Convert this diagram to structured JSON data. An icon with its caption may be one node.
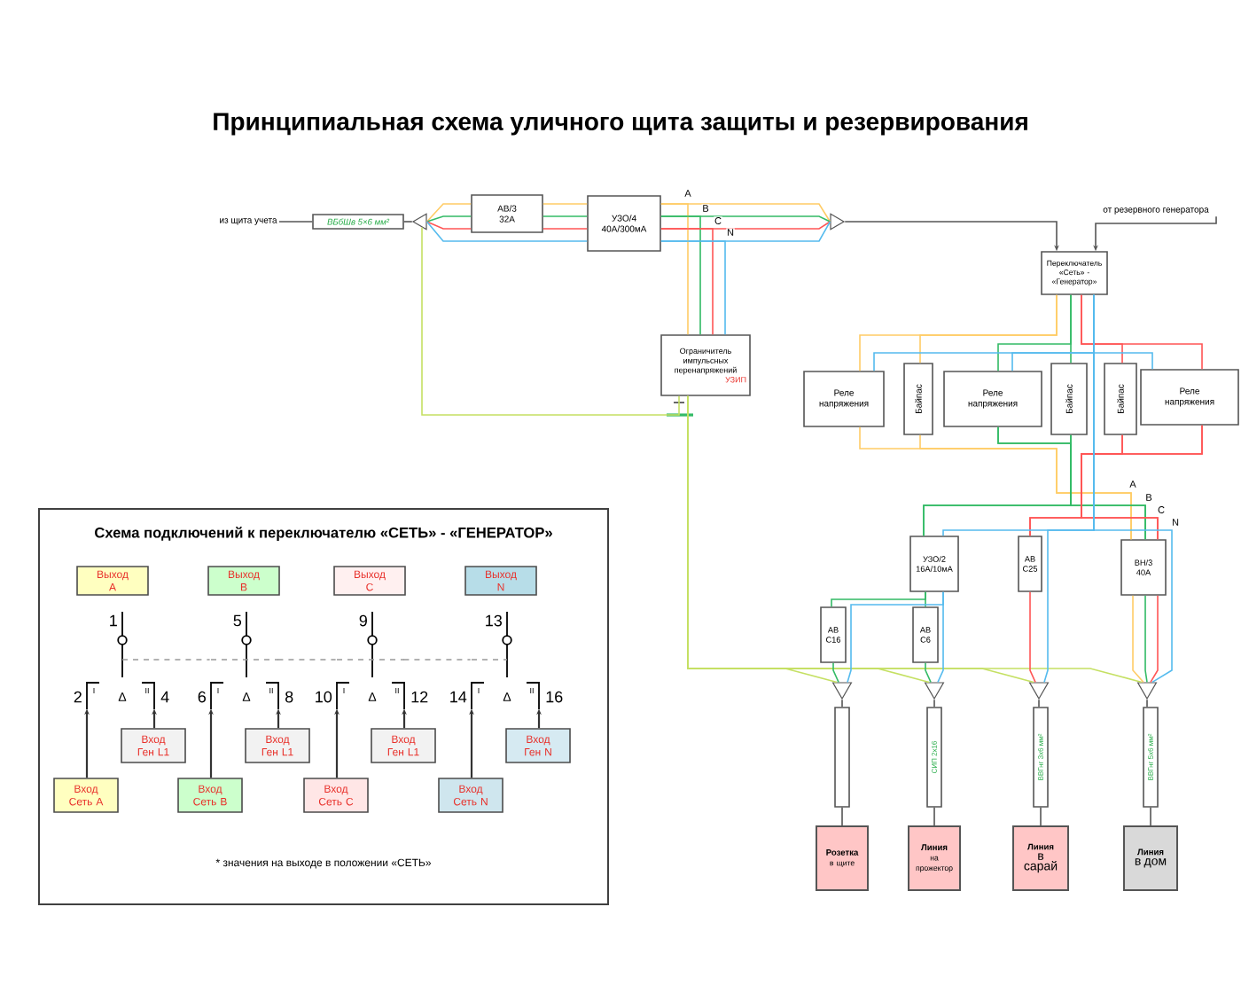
{
  "diagram": {
    "title": "Принципиальная схема уличного щита защиты и резервирования",
    "nodes": [
      {
        "text": [
          "из щита учета"
        ]
      },
      {
        "text": [
          "ВБбШв 5×6 мм²"
        ]
      },
      {
        "text": [],
        "shape": "triangle"
      },
      {
        "text": [
          "АВ/3 32А"
        ]
      },
      {
        "text": [
          "УЗО/4 40А/300мА"
        ]
      },
      {
        "text": [],
        "shape": "triangle"
      },
      {
        "text": [
          "от резервного генератора"
        ]
      },
      {
        "text": [
          "Переключатель «Сеть» - «Генератор»"
        ]
      },
      {
        "text": [
          "Ограничитель импульсных перенапряжений",
          "УЗИП"
        ]
      },
      {
        "text": [
          "Реле напряжения"
        ]
      },
      {
        "text": [
          "Байпас"
        ]
      },
      {
        "text": [
          "Реле напряжения"
        ]
      },
      {
        "text": [
          "Байпас"
        ]
      },
      {
        "text": [
          "Байпас"
        ]
      },
      {
        "text": [
          "Реле напряжения"
        ]
      },
      {
        "text": [
          "УЗО/2 16А/10мА"
        ]
      },
      {
        "text": [
          "АВ С25"
        ]
      },
      {
        "text": [
          "ВН/3 40А"
        ]
      },
      {
        "text": [
          "АВ С16"
        ]
      },
      {
        "text": [
          "АВ С6"
        ]
      },
      {
        "text": [],
        "shape": "triangle"
      },
      {
        "text": [],
        "shape": "triangle"
      },
      {
        "text": [],
        "shape": "triangle"
      },
      {
        "text": [],
        "shape": "triangle"
      },
      {
        "text": [],
        "shape": "box"
      },
      {
        "text": [
          "СИП 2х16"
        ]
      },
      {
        "text": [
          "ВВГнг 3х6 мм²"
        ]
      },
      {
        "text": [
          "ВВГнг 5х6 мм²"
        ]
      },
      {
        "text": [
          "Розетка",
          "в щите"
        ]
      },
      {
        "text": [
          "Линия",
          "на прожектор"
        ]
      },
      {
        "text": [
          "Линия",
          "в сарай"
        ]
      },
      {
        "text": [
          "Линия",
          "в дом"
        ]
      },
      {
        "text": [
          "Схема подключений к переключателю «СЕТЬ» - «ГЕНЕРАТОР»",
          "* значения на выходе в положении «СЕТЬ»"
        ]
      },
      {
        "text": [
          "Выход A"
        ],
        "in": 32
      },
      {
        "text": [
          "Выход B"
        ],
        "in": 32
      },
      {
        "text": [
          "Выход C"
        ],
        "in": 32
      },
      {
        "text": [
          "Выход N"
        ],
        "in": 32
      },
      {
        "text": [
          "Вход Ген L1"
        ],
        "in": 32
      },
      {
        "text": [
          "Вход Ген L1"
        ],
        "in": 32
      },
      {
        "text": [
          "Вход Ген L1"
        ],
        "in": 32
      },
      {
        "text": [
          "Вход Ген N"
        ],
        "in": 32
      },
      {
        "text": [
          "Вход Сеть A"
        ],
        "in": 32
      },
      {
        "text": [
          "Вход Сеть B"
        ],
        "in": 32
      },
      {
        "text": [
          "Вход Сеть C"
        ],
        "in": 32
      },
      {
        "text": [
          "Вход Сеть N"
        ],
        "in": 32
      },
      {
        "text": [],
        "shape": "switch",
        "in": 32
      },
      {
        "text": [],
        "shape": "switch",
        "in": 32
      },
      {
        "text": [],
        "shape": "switch",
        "in": 32
      },
      {
        "text": [],
        "shape": "switch",
        "in": 32
      }
    ],
    "edges": [
      {
        "from": 0,
        "to": 1,
        "arrow": "none",
        "color": "#555555"
      },
      {
        "from": 1,
        "to": 2,
        "arrow": "none",
        "color": "#555555"
      },
      {
        "from": 2,
        "to": 3,
        "arrow": "none",
        "color": "#ffcc66"
      },
      {
        "from": 2,
        "to": 3,
        "arrow": "none",
        "color": "#33bb66"
      },
      {
        "from": 2,
        "to": 3,
        "arrow": "none",
        "color": "#ff5555"
      },
      {
        "from": 2,
        "to": 4,
        "arrow": "none",
        "color": "#55bbee"
      },
      {
        "from": 3,
        "to": 4,
        "arrow": "none",
        "color": "#ffcc66"
      },
      {
        "from": 3,
        "to": 4,
        "arrow": "none",
        "color": "#33bb66"
      },
      {
        "from": 3,
        "to": 4,
        "arrow": "none",
        "color": "#ff5555"
      },
      {
        "from": 4,
        "to": 5,
        "arrow": "none",
        "color": "#ffcc66"
      },
      {
        "from": 4,
        "to": 5,
        "arrow": "none",
        "color": "#33bb66"
      },
      {
        "from": 4,
        "to": 5,
        "arrow": "none",
        "color": "#ff5555"
      },
      {
        "from": 4,
        "to": 5,
        "arrow": "none",
        "color": "#55bbee"
      },
      {
        "from": 4,
        "to": 8,
        "arrow": "none",
        "color": "#ffcc66"
      },
      {
        "from": 4,
        "to": 8,
        "arrow": "none",
        "color": "#33bb66"
      },
      {
        "from": 4,
        "to": 8,
        "arrow": "none",
        "color": "#ff5555"
      },
      {
        "from": 4,
        "to": 8,
        "arrow": "none",
        "color": "#55bbee"
      },
      {
        "from": 2,
        "to": 8,
        "arrow": "none",
        "color": "#c5e063"
      },
      {
        "from": 8,
        "to": 20,
        "arrow": "none",
        "color": "#c5e063"
      },
      {
        "from": 8,
        "to": 21,
        "arrow": "none",
        "color": "#c5e063"
      },
      {
        "from": 8,
        "to": 22,
        "arrow": "none",
        "color": "#c5e063"
      },
      {
        "from": 8,
        "to": 23,
        "arrow": "none",
        "color": "#c5e063"
      },
      {
        "from": 5,
        "to": 7,
        "arrow": "to",
        "color": "#555555"
      },
      {
        "from": 6,
        "to": 7,
        "arrow": "to",
        "color": "#555555"
      },
      {
        "from": 7,
        "to": 9,
        "arrow": "none",
        "color": "#ffcc66"
      },
      {
        "from": 7,
        "to": 10,
        "arrow": "none",
        "color": "#ffcc66"
      },
      {
        "from": 7,
        "to": 11,
        "arrow": "none",
        "color": "#33bb66"
      },
      {
        "from": 7,
        "to": 12,
        "arrow": "none",
        "color": "#33bb66"
      },
      {
        "from": 7,
        "to": 13,
        "arrow": "none",
        "color": "#ff5555"
      },
      {
        "from": 7,
        "to": 14,
        "arrow": "none",
        "color": "#ff5555"
      },
      {
        "from": 7,
        "to": 9,
        "arrow": "none",
        "color": "#55bbee"
      },
      {
        "from": 7,
        "to": 11,
        "arrow": "none",
        "color": "#55bbee"
      },
      {
        "from": 7,
        "to": 14,
        "arrow": "none",
        "color": "#55bbee"
      },
      {
        "from": 9,
        "to": 17,
        "arrow": "none",
        "color": "#ffcc66"
      },
      {
        "from": 10,
        "to": 17,
        "arrow": "none",
        "color": "#ffcc66"
      },
      {
        "from": 11,
        "to": 15,
        "arrow": "none",
        "color": "#33bb66"
      },
      {
        "from": 11,
        "to": 17,
        "arrow": "none",
        "color": "#33bb66"
      },
      {
        "from": 12,
        "to": 15,
        "arrow": "none",
        "color": "#33bb66"
      },
      {
        "from": 12,
        "to": 17,
        "arrow": "none",
        "color": "#33bb66"
      },
      {
        "from": 13,
        "to": 16,
        "arrow": "none",
        "color": "#ff5555"
      },
      {
        "from": 13,
        "to": 17,
        "arrow": "none",
        "color": "#ff5555"
      },
      {
        "from": 14,
        "to": 16,
        "arrow": "none",
        "color": "#ff5555"
      },
      {
        "from": 14,
        "to": 17,
        "arrow": "none",
        "color": "#ff5555"
      },
      {
        "from": 7,
        "to": 15,
        "arrow": "none",
        "color": "#55bbee"
      },
      {
        "from": 7,
        "to": 22,
        "arrow": "none",
        "color": "#55bbee"
      },
      {
        "from": 7,
        "to": 23,
        "arrow": "none",
        "color": "#55bbee"
      },
      {
        "from": 17,
        "to": 23,
        "arrow": "none",
        "color": "#ffcc66"
      },
      {
        "from": 17,
        "to": 23,
        "arrow": "none",
        "color": "#33bb66"
      },
      {
        "from": 17,
        "to": 23,
        "arrow": "none",
        "color": "#ff5555"
      },
      {
        "from": 16,
        "to": 22,
        "arrow": "none",
        "color": "#ff5555"
      },
      {
        "from": 15,
        "to": 18,
        "arrow": "none",
        "color": "#33bb66"
      },
      {
        "from": 15,
        "to": 19,
        "arrow": "none",
        "color": "#33bb66"
      },
      {
        "from": 15,
        "to": 20,
        "arrow": "none",
        "color": "#55bbee"
      },
      {
        "from": 15,
        "to": 21,
        "arrow": "none",
        "color": "#55bbee"
      },
      {
        "from": 18,
        "to": 20,
        "arrow": "none",
        "color": "#33bb66"
      },
      {
        "from": 19,
        "to": 21,
        "arrow": "none",
        "color": "#33bb66"
      },
      {
        "from": 20,
        "to": 24,
        "arrow": "none",
        "color": "#555555"
      },
      {
        "from": 21,
        "to": 25,
        "arrow": "none",
        "color": "#555555"
      },
      {
        "from": 22,
        "to": 26,
        "arrow": "none",
        "color": "#555555"
      },
      {
        "from": 23,
        "to": 27,
        "arrow": "none",
        "color": "#555555"
      },
      {
        "from": 24,
        "to": 28,
        "arrow": "none",
        "color": "#555555"
      },
      {
        "from": 25,
        "to": 29,
        "arrow": "none",
        "color": "#555555"
      },
      {
        "from": 26,
        "to": 30,
        "arrow": "none",
        "color": "#555555"
      },
      {
        "from": 27,
        "to": 31,
        "arrow": "none",
        "color": "#555555"
      },
      {
        "from": 37,
        "to": 45,
        "arrow": "to",
        "color": "#333333"
      },
      {
        "from": 38,
        "to": 46,
        "arrow": "to",
        "color": "#333333"
      },
      {
        "from": 39,
        "to": 47,
        "arrow": "to",
        "color": "#333333"
      },
      {
        "from": 40,
        "to": 48,
        "arrow": "to",
        "color": "#333333"
      },
      {
        "from": 41,
        "to": 45,
        "arrow": "to",
        "color": "#333333"
      },
      {
        "from": 42,
        "to": 46,
        "arrow": "to",
        "color": "#333333"
      },
      {
        "from": 43,
        "to": 47,
        "arrow": "to",
        "color": "#333333"
      },
      {
        "from": 44,
        "to": 48,
        "arrow": "to",
        "color": "#333333"
      },
      {
        "from": 45,
        "to": 46,
        "arrow": "none",
        "style": "dashed",
        "color": "#999999"
      },
      {
        "from": 46,
        "to": 47,
        "arrow": "none",
        "style": "dashed",
        "color": "#999999"
      },
      {
        "from": 47,
        "to": 48,
        "arrow": "none",
        "style": "dashed",
        "color": "#999999"
      }
    ],
    "labels": [
      "A",
      "B",
      "C",
      "N",
      "A",
      "B",
      "C",
      "N",
      "1",
      "5",
      "9",
      "13",
      "2",
      "I",
      "Δ",
      "II",
      "4",
      "6",
      "I",
      "Δ",
      "II",
      "8",
      "10",
      "I",
      "Δ",
      "II",
      "12",
      "14",
      "I",
      "Δ",
      "II",
      "16"
    ]
  }
}
